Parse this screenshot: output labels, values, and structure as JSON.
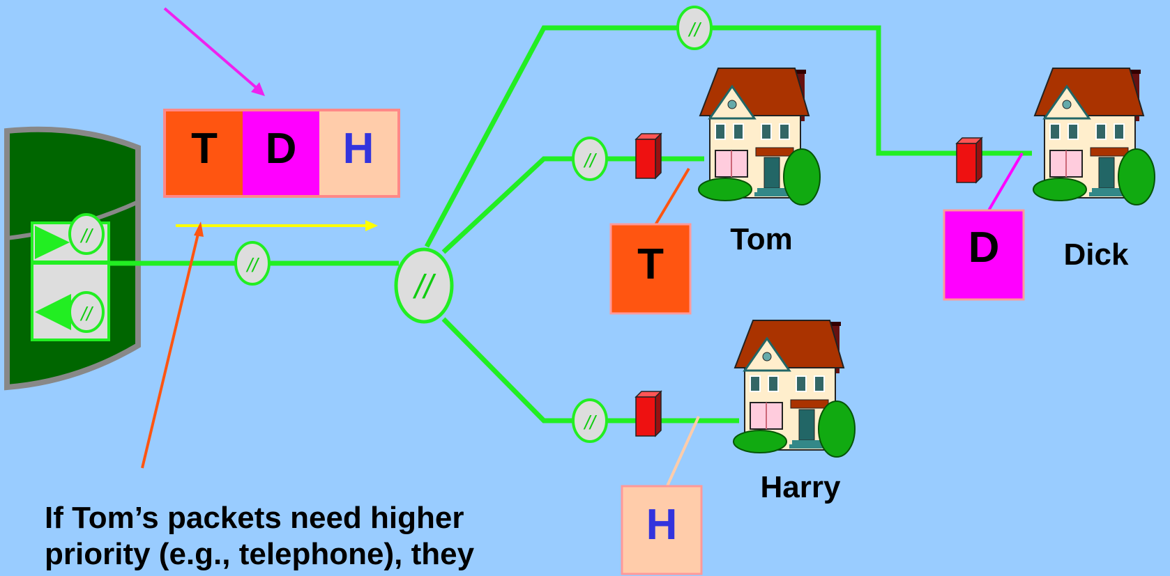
{
  "queue": {
    "t": "T",
    "d": "D",
    "h": "H"
  },
  "houses": {
    "tom": {
      "name": "Tom",
      "packet": "T"
    },
    "dick": {
      "name": "Dick",
      "packet": "D"
    },
    "harry": {
      "name": "Harry",
      "packet": "H"
    }
  },
  "splice_symbol": "//",
  "caption": "If Tom’s packets need higher\npriority (e.g., telephone), they",
  "colors": {
    "background": "#99ccff",
    "line": "#22ee22",
    "tom": "#ff5511",
    "dick": "#ff00ff",
    "harry": "#ffccaa",
    "harry_letter": "#3333dd",
    "hub": "#006600",
    "arrow_magenta": "#ee22ee",
    "arrow_orange": "#ff5511",
    "arrow_yellow": "#ffff00"
  },
  "icons": [
    "hub-cylinder",
    "transmit-triangle",
    "receive-triangle",
    "splice-oval",
    "red-box",
    "house-icon"
  ]
}
